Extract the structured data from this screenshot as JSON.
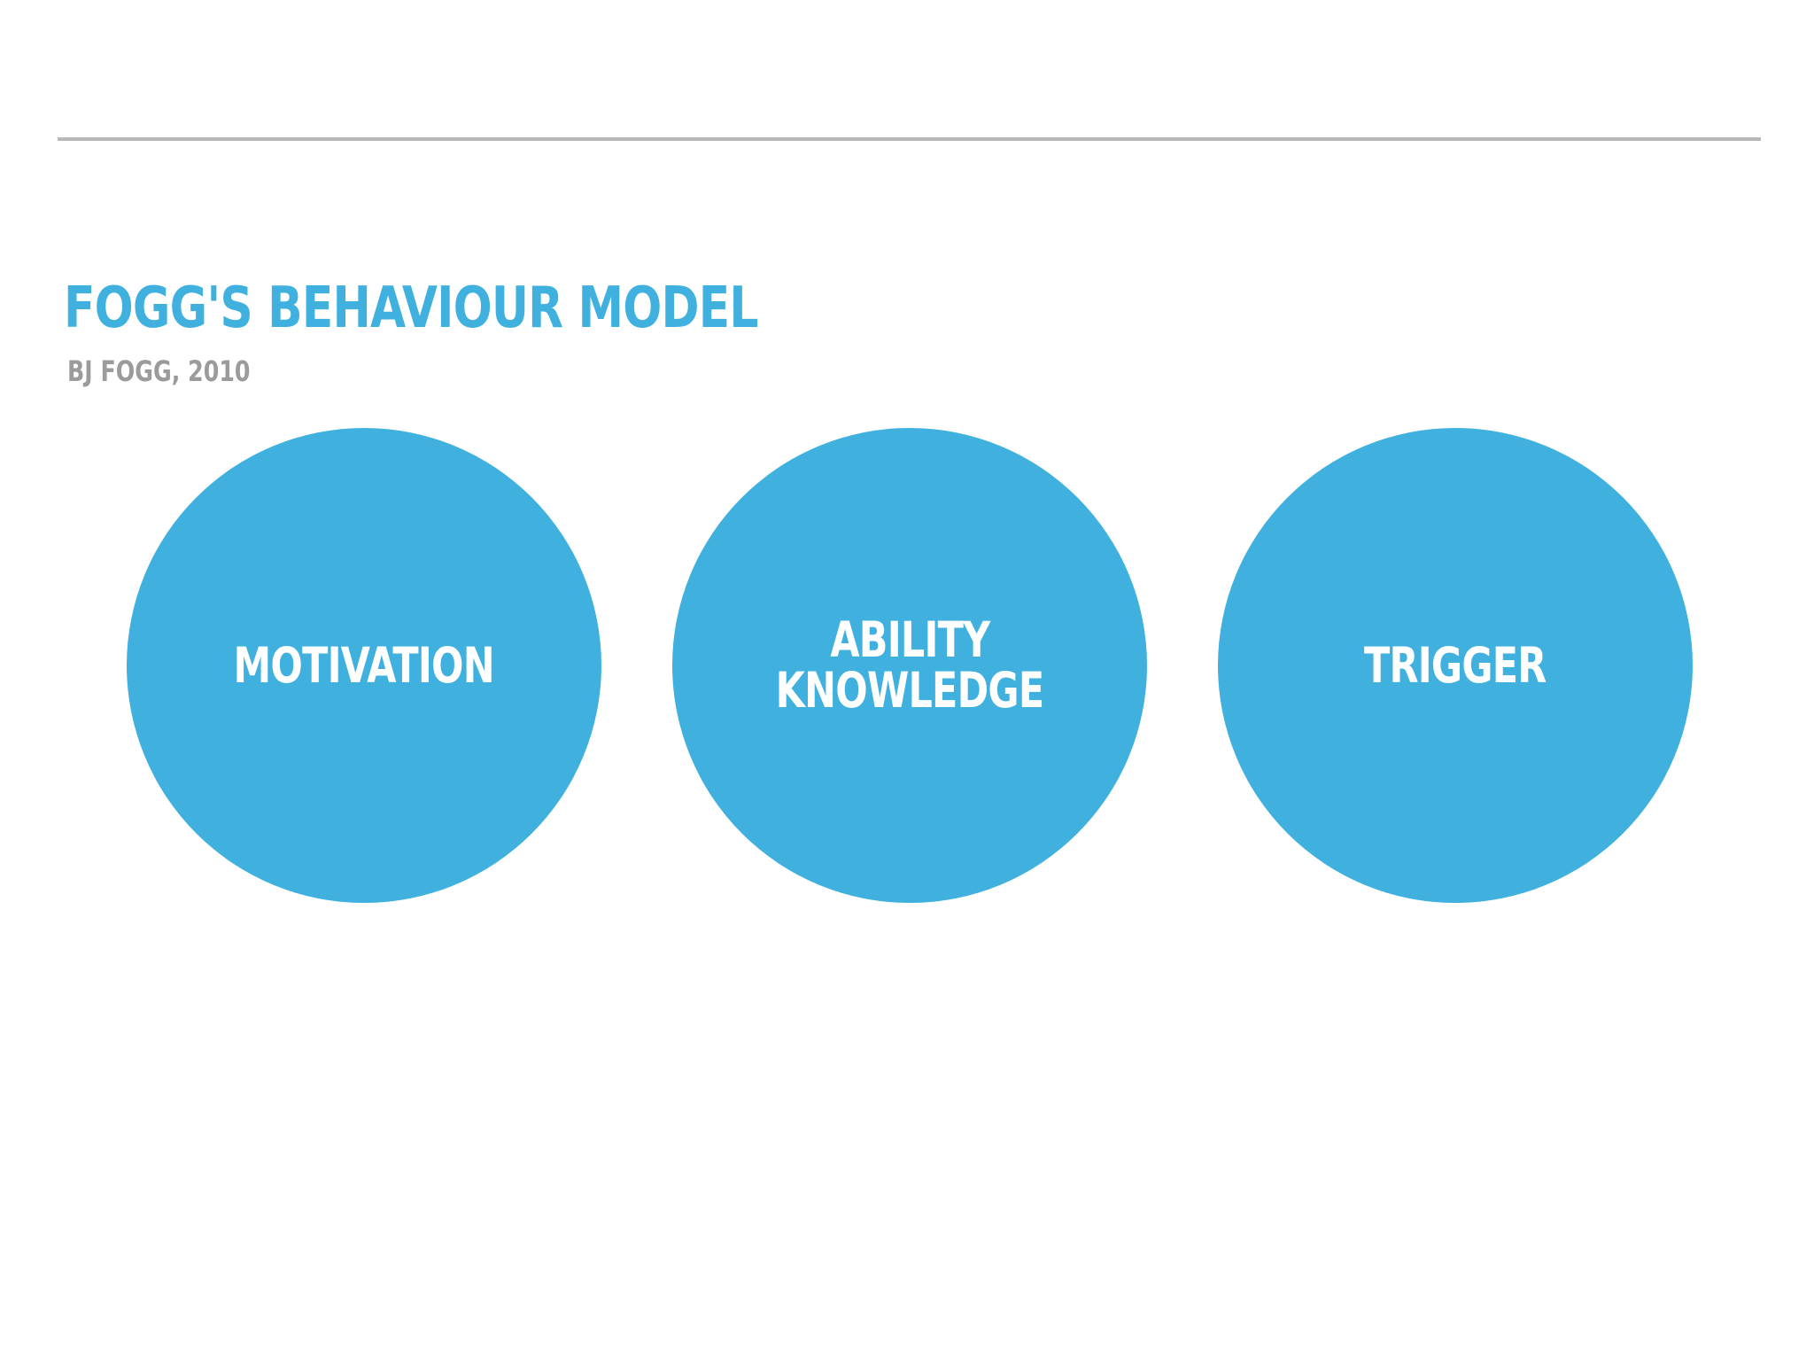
{
  "slide": {
    "title": "FOGG'S BEHAVIOUR MODEL",
    "subtitle": "BJ FOGG, 2010"
  },
  "circles": [
    {
      "lines": [
        "MOTIVATION"
      ]
    },
    {
      "lines": [
        "ABILITY",
        "KNOWLEDGE"
      ]
    },
    {
      "lines": [
        "TRIGGER"
      ]
    }
  ],
  "colors": {
    "accent": "#40B1DF",
    "subtitle": "#9B9B9B",
    "rule": "#B8B8B8",
    "circle_text": "#FFFFFF",
    "background": "#FFFFFF"
  }
}
